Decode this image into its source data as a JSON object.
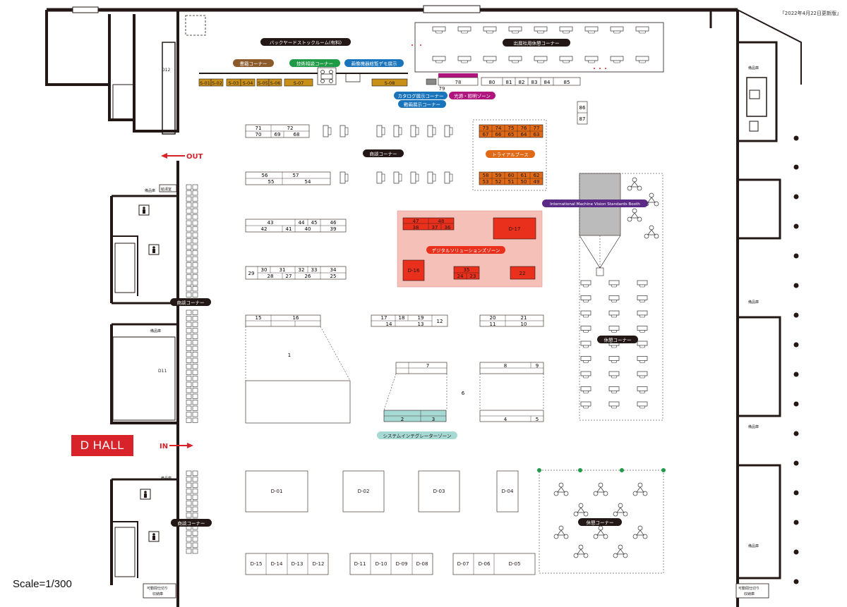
{
  "header": {
    "updated": "「2022年4月22日更新版」"
  },
  "hall_label": "D HALL",
  "scale": "Scale=1/300",
  "directions": {
    "out": "OUT",
    "in": "IN"
  },
  "colors": {
    "wall": "#231815",
    "exhibitor_orange": "#e06a17",
    "exhibitor_red": "#e8301c",
    "digital_zone_bg": "#f5c0b8",
    "gold": "#c89019",
    "magenta": "#b0157e",
    "teal": "#a6d9d4",
    "grey_block": "#bbbbbb",
    "pill_dark": "#231815",
    "pill_brown": "#8a5a2b",
    "pill_green": "#1f9a46",
    "pill_blue": "#1a74bb",
    "pill_purple": "#5b2a86",
    "pill_orange": "#e06a17",
    "pill_red": "#e8301c",
    "pill_teal": "#a6d9d4"
  },
  "pills": {
    "backyard": "バックヤードストックルーム(有料)",
    "exhibitor_rest": "出展社用休憩コーナー",
    "books": "書籍コーナー",
    "tech_consult": "技術相談コーナー",
    "image_demo": "画像機器総覧デモ展示",
    "catalog": "カタログ展示コーナー",
    "light": "光源・照明ゾーン",
    "video": "動画展示コーナー",
    "shodan_center": "商談コーナー",
    "trial": "トライアルブース",
    "imvs": "International Machine Vision Standards Booth",
    "digital": "デジタルソリューションズゾーン",
    "rest_right": "休憩コーナー",
    "shodan_left": "商談コーナー",
    "system_integrator": "システムインテグレーターゾーン",
    "shodan_left2": "商談コーナー",
    "rest_bottom": "休憩コーナー"
  },
  "booths": {
    "s01": "S-01",
    "s02": "S-02",
    "s03": "S-03",
    "s04": "S-04",
    "s05": "S-05",
    "s06": "S-06",
    "s07": "S-07",
    "s08": "S-08",
    "b78": "78",
    "b79": "79",
    "b80": "80",
    "b81": "81",
    "b82": "82",
    "b83": "83",
    "b84": "84",
    "b85": "85",
    "b86": "86",
    "b87": "87",
    "b71": "71",
    "b72": "72",
    "b70": "70",
    "b69": "69",
    "b68": "68",
    "b73": "73",
    "b74": "74",
    "b75": "75",
    "b76": "76",
    "b77": "77",
    "b67": "67",
    "b66": "66",
    "b65": "65",
    "b64": "64",
    "b63": "63",
    "b58": "58",
    "b59": "59",
    "b60": "60",
    "b61": "61",
    "b62": "62",
    "b53": "53",
    "b52": "52",
    "b51": "51",
    "b50": "50",
    "b49": "49",
    "b56": "56",
    "b57": "57",
    "b55": "55",
    "b54": "54",
    "b43": "43",
    "b44": "44",
    "b45": "45",
    "b46": "46",
    "b42": "42",
    "b41": "41",
    "b40": "40",
    "b39": "39",
    "b47": "47",
    "b48": "48",
    "b38": "38",
    "b37": "37",
    "b36": "36",
    "d17": "D-17",
    "d16": "D-16",
    "b35": "35",
    "b24": "24",
    "b23": "23",
    "b22": "22",
    "b29": "29",
    "b30": "30",
    "b31": "31",
    "b32": "32",
    "b33": "33",
    "b34": "34",
    "b28": "28",
    "b27": "27",
    "b26": "26",
    "b25": "25",
    "b15": "15",
    "b16": "16",
    "b1": "1",
    "b17": "17",
    "b18": "18",
    "b19": "19",
    "b14": "14",
    "b13": "13",
    "b12": "12",
    "b20": "20",
    "b21": "21",
    "b11": "11",
    "b10": "10",
    "b7": "7",
    "b8": "8",
    "b9": "9",
    "b6": "6",
    "b2": "2",
    "b3": "3",
    "b4": "4",
    "b5": "5",
    "d01": "D-01",
    "d02": "D-02",
    "d03": "D-03",
    "d04": "D-04",
    "d15": "D-15",
    "d14": "D-14",
    "d13": "D-13",
    "d12b": "D-12",
    "d11b": "D-11",
    "d10": "D-10",
    "d09": "D-09",
    "d08": "D-08",
    "d07": "D-07",
    "d06": "D-06",
    "d05": "D-05"
  },
  "rooms": {
    "d12_room": "D12",
    "d11_room": "D11",
    "storage1": "備品庫",
    "storage2": "備品庫",
    "storage3": "備品庫",
    "storage_r1": "備品庫",
    "storage_r2": "備品庫",
    "storage_r3": "備品庫",
    "storage_r4": "備品庫",
    "kyutou": "給湯室",
    "movable_l1": "可動間仕切り",
    "movable_l2": "収納庫",
    "movable_r1": "可動間仕切り",
    "movable_r2": "収納庫"
  }
}
